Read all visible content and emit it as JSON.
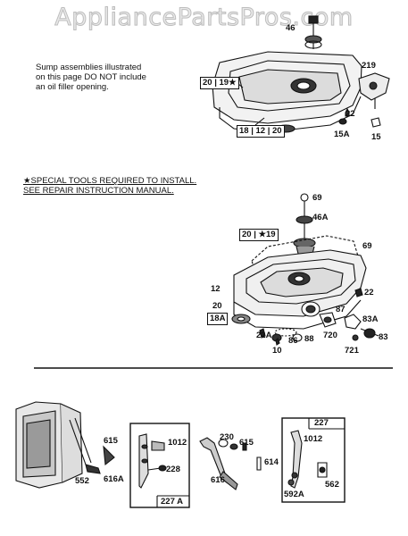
{
  "watermark": "AppliancePartsPros.com",
  "note_lines": [
    "Sump assemblies illustrated",
    "on this page DO NOT include",
    "an oil filler opening."
  ],
  "special_lines": [
    "★SPECIAL TOOLS REQUIRED TO INSTALL.",
    " SEE REPAIR INSTRUCTION MANUAL."
  ],
  "top_assembly": {
    "labels": {
      "l46": "46",
      "l219": "219",
      "l22": "22",
      "l15A": "15A",
      "l15": "15"
    },
    "boxes": {
      "b20_19": "20 | 19★",
      "b18_12_20": "18 | 12 | 20"
    }
  },
  "middle_assembly": {
    "labels": {
      "l69a": "69",
      "l46A": "46A",
      "l69b": "69",
      "l12": "12",
      "l20": "20",
      "l22": "22",
      "l87": "87",
      "l83A": "83A",
      "l22A": "22A",
      "l86": "86",
      "l88": "88",
      "l10": "10",
      "l720": "720",
      "l721": "721",
      "l83": "83"
    },
    "boxes": {
      "b20_19": "20 | ★19",
      "b18A": "18A"
    }
  },
  "bottom_parts": {
    "labels": {
      "l615a": "615",
      "l552": "552",
      "l616A": "616A",
      "l1012a": "1012",
      "l228": "228",
      "l227A": "227 A",
      "l230": "230",
      "l615b": "615",
      "l614": "614",
      "l616": "616",
      "l227": "227",
      "l1012b": "1012",
      "l592A": "592A",
      "l562": "562"
    }
  }
}
